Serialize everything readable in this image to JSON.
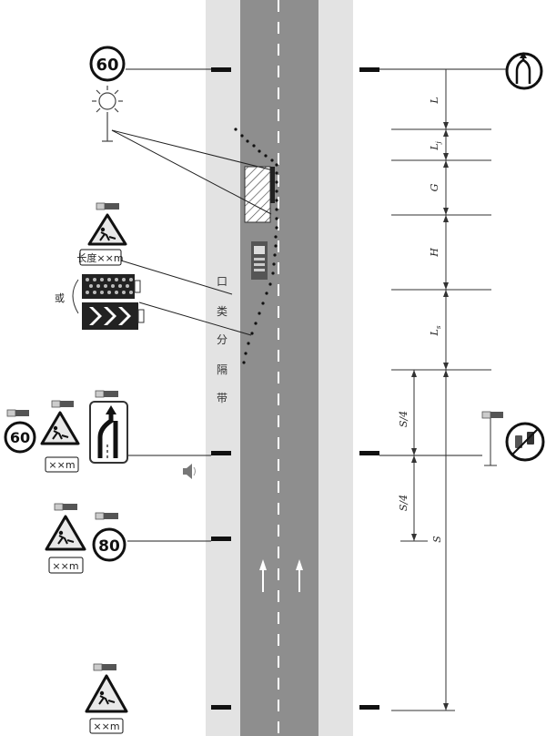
{
  "zone_labels": [
    "Lj",
    "L",
    "G",
    "H",
    "Ls"
  ],
  "zone_label_js": {
    "main": "L",
    "sub": "j"
  },
  "zone_label_s": {
    "main": "L",
    "sub": "s"
  },
  "dimensions": {
    "s": "S",
    "s_quarter_1": "S/4",
    "s_quarter_2": "S/4"
  },
  "speed_limits": {
    "top": "60",
    "left": "60",
    "middle": "80"
  },
  "length_sign_top": "长度××m",
  "distance_signs": {
    "upper": "××m",
    "middle": "××m",
    "bottom": "××m"
  },
  "or_label": "或",
  "vertical_text_chars": [
    "口",
    "类",
    "分",
    "隔",
    "带"
  ],
  "colors": {
    "shoulder": "#e3e3e3",
    "lanes": "#8e8e8e",
    "lane_line": "#ffffff",
    "sign_red": "#b0242c",
    "warning_fill": "#e8e8e8"
  }
}
